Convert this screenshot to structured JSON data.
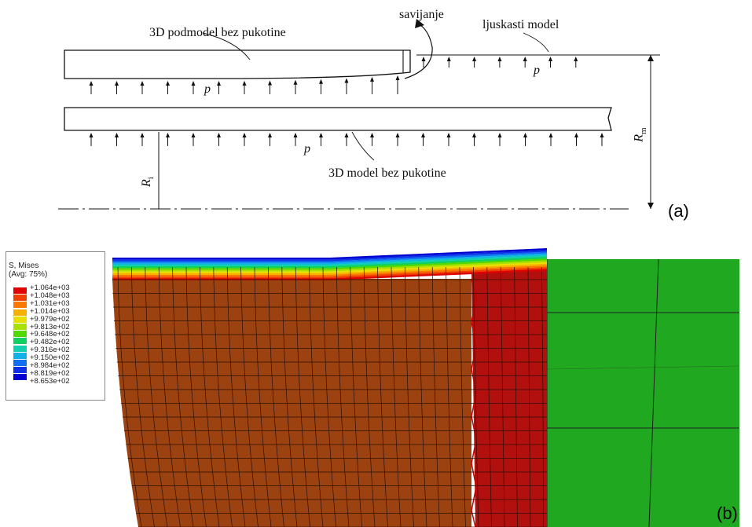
{
  "panel_a": {
    "label_submodel": "3D podmodel bez pukotine",
    "label_bending": "savijanje",
    "label_shell": "ljuskasti model",
    "label_p": "p",
    "label_model": "3D model bez pukotine",
    "label_Ri": "R",
    "label_Ri_sub": "i",
    "label_Rm": "R",
    "label_Rm_sub": "m",
    "tag": "(a)"
  },
  "panel_b": {
    "legend_title": "S, Mises",
    "legend_subtitle": "(Avg: 75%)",
    "legend_values": [
      "+1.064e+03",
      "+1.048e+03",
      "+1.031e+03",
      "+1.014e+03",
      "+9.979e+02",
      "+9.813e+02",
      "+9.648e+02",
      "+9.482e+02",
      "+9.316e+02",
      "+9.150e+02",
      "+8.984e+02",
      "+8.819e+02",
      "+8.653e+02"
    ],
    "legend_colors": [
      "#e00000",
      "#f04000",
      "#f87800",
      "#f8b000",
      "#e8e000",
      "#a8e000",
      "#50d800",
      "#10d060",
      "#10d0b0",
      "#10b0e8",
      "#1070f0",
      "#1030e8",
      "#0000d0"
    ],
    "tag": "(b)"
  }
}
